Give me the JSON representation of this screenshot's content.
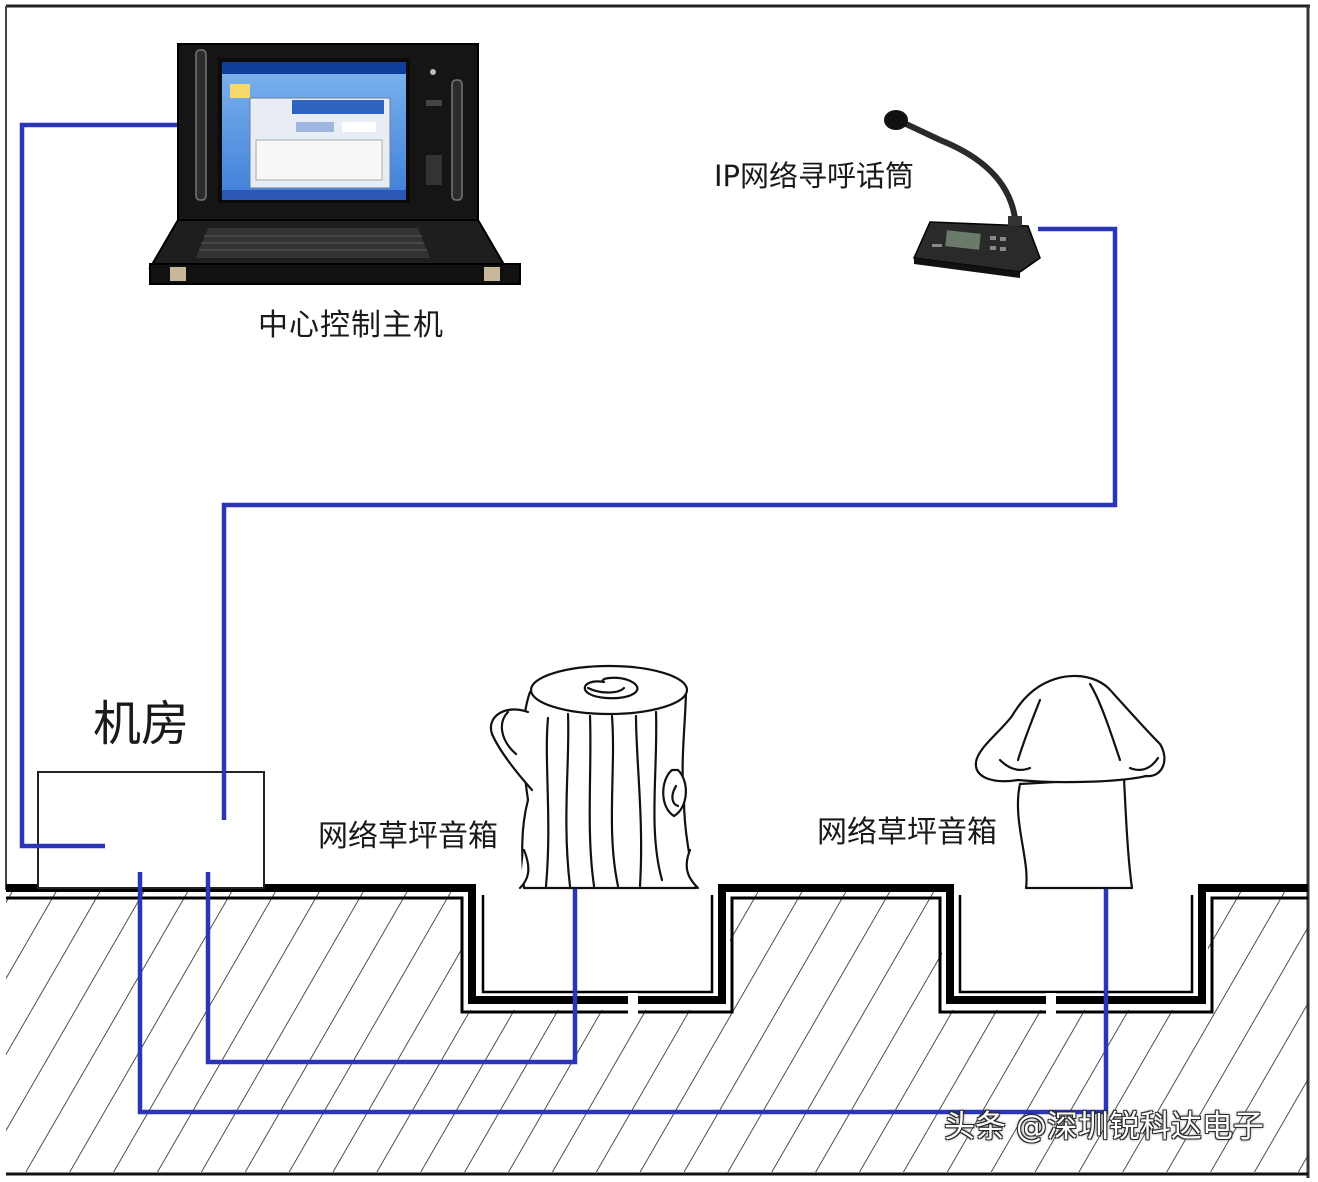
{
  "labels": {
    "host": "中心控制主机",
    "mic": "IP网络寻呼话筒",
    "room": "机房",
    "speaker_1": "网络草坪音箱",
    "speaker_2": "网络草坪音箱"
  },
  "watermark": "头条 @深圳锐科达电子",
  "icons": {
    "host": "rack-console-computer-icon",
    "mic": "gooseneck-paging-microphone-icon",
    "speaker_1": "tree-stump-lawn-speaker-icon",
    "speaker_2": "mushroom-lawn-speaker-icon"
  },
  "colors": {
    "cable": "#2b35b8",
    "ground_line": "#000000",
    "hatch": "#222222",
    "background": "#ffffff"
  }
}
